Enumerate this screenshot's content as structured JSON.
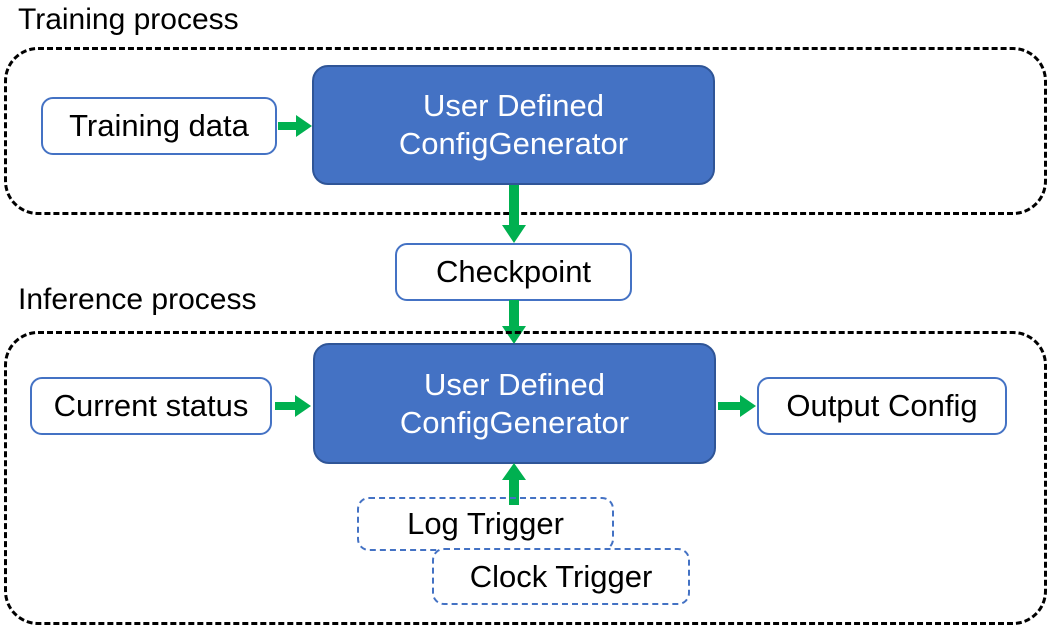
{
  "diagram": {
    "title_top": "Training process",
    "title_bottom": "Inference process",
    "colors": {
      "accent_blue": "#4472C4",
      "blue_border": "#2F5597",
      "arrow_green": "#00B050",
      "container_black": "#000000",
      "box_fill": "#FFFFFF"
    },
    "training": {
      "caption": "Training process",
      "input_box": "Training data",
      "process_line1": "User Defined",
      "process_line2": "ConfigGenerator"
    },
    "checkpoint": {
      "label": "Checkpoint"
    },
    "inference": {
      "caption": "Inference process",
      "input_box": "Current status",
      "process_line1": "User Defined",
      "process_line2": "ConfigGenerator",
      "output_box": "Output Config",
      "trigger_back": "Log Trigger",
      "trigger_front": "Clock Trigger"
    },
    "arrows": [
      {
        "name": "training-data-to-generator",
        "direction": "right"
      },
      {
        "name": "generator-to-checkpoint",
        "direction": "down"
      },
      {
        "name": "checkpoint-to-inference-generator",
        "direction": "down"
      },
      {
        "name": "current-status-to-generator",
        "direction": "right"
      },
      {
        "name": "generator-to-output-config",
        "direction": "right"
      },
      {
        "name": "triggers-to-generator",
        "direction": "up"
      }
    ]
  }
}
